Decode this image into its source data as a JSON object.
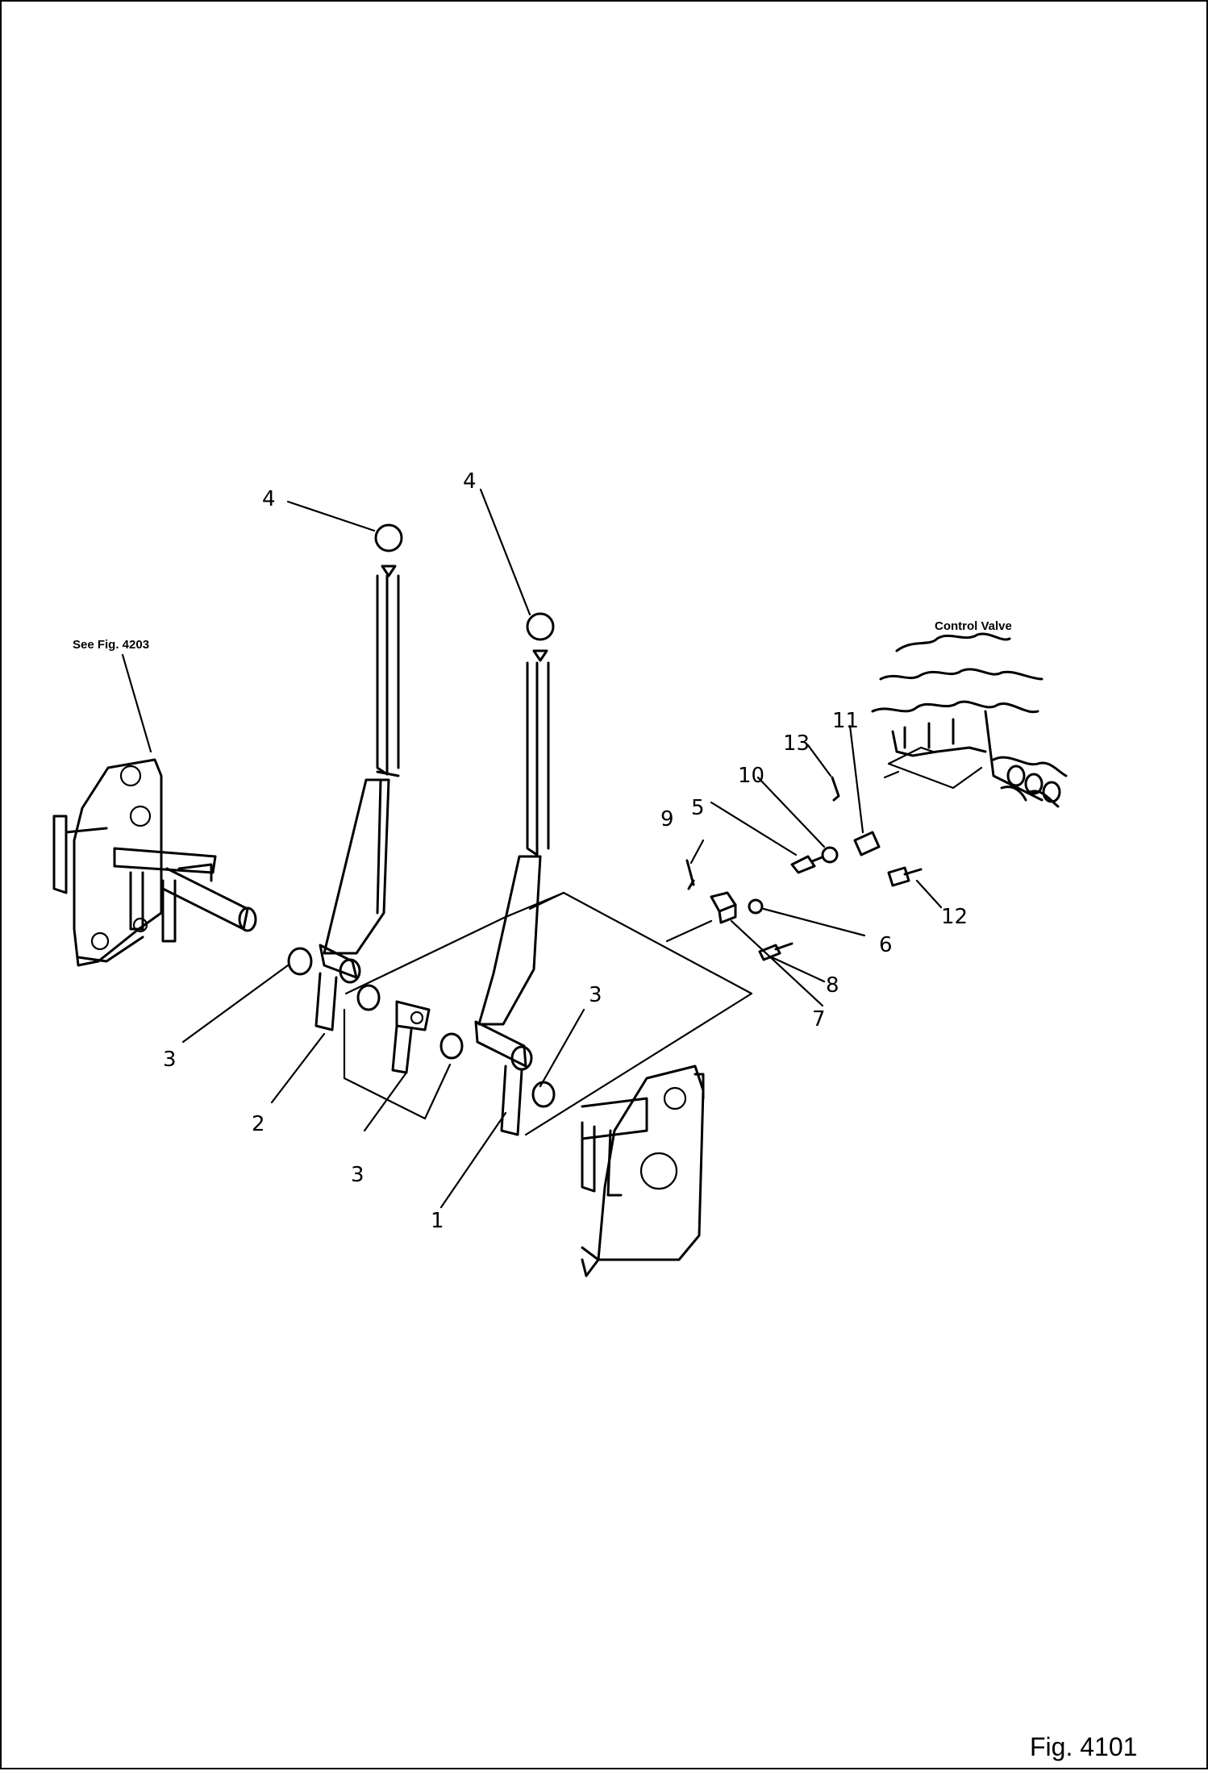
{
  "figure": {
    "caption": "Fig. 4101"
  },
  "notes": {
    "see_ref": "See Fig. 4203",
    "control_valve": "Control Valve"
  },
  "callouts": [
    {
      "id": "c1",
      "label": "1"
    },
    {
      "id": "c2",
      "label": "2"
    },
    {
      "id": "c3a",
      "label": "3"
    },
    {
      "id": "c3b",
      "label": "3"
    },
    {
      "id": "c3c",
      "label": "3"
    },
    {
      "id": "c4a",
      "label": "4"
    },
    {
      "id": "c4b",
      "label": "4"
    },
    {
      "id": "c5",
      "label": "5"
    },
    {
      "id": "c6",
      "label": "6"
    },
    {
      "id": "c7",
      "label": "7"
    },
    {
      "id": "c8",
      "label": "8"
    },
    {
      "id": "c9",
      "label": "9"
    },
    {
      "id": "c10",
      "label": "10"
    },
    {
      "id": "c11",
      "label": "11"
    },
    {
      "id": "c12",
      "label": "12"
    },
    {
      "id": "c13",
      "label": "13"
    }
  ]
}
